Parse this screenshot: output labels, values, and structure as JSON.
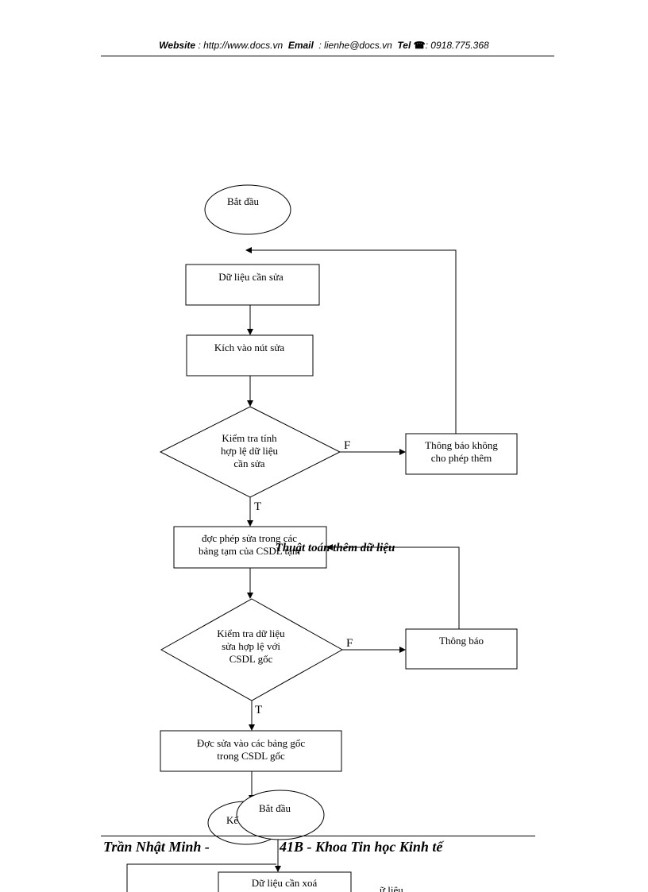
{
  "header": {
    "website_label": "Website",
    "website_value": ": http://www.docs.vn",
    "email_label": "Email",
    "email_value": ": lienhe@docs.vn",
    "tel_label": "Tel",
    "tel_icon": "phone-icon",
    "tel_value": ": 0918.775.368"
  },
  "flowchart": {
    "start": "Bắt đầu",
    "input": "Dữ liệu cần sửa",
    "click": "Kích vào nút sửa",
    "check1": [
      "Kiểm tra tính",
      "hợp lệ dữ liệu",
      "cần sửa"
    ],
    "msg1": [
      "Thông báo không",
      "cho phép thêm"
    ],
    "f1": "F",
    "t1": "T",
    "allow": [
      "đợc   phép sửa trong  các",
      "bảng tạm của CSDL tạm"
    ],
    "overlap_title": "Thuật toán thêm dữ liệu",
    "check2": [
      "Kiểm tra dữ liệu",
      "sửa hợp lệ với",
      "CSDL gốc"
    ],
    "msg2": "Thông báo",
    "f2": "F",
    "t2": "T",
    "commit": [
      "Đợc   sửa vào các bảng gốc",
      "trong  CSDL gốc"
    ],
    "end_partial": "Kế",
    "start2": "Bắt đầu",
    "input2": "Dữ liệu cần xoá",
    "partial_bottom": "ữ liệu"
  },
  "footer": {
    "left": "Trần Nhật Minh -",
    "right": "41B - Khoa Tin học Kinh tế"
  }
}
